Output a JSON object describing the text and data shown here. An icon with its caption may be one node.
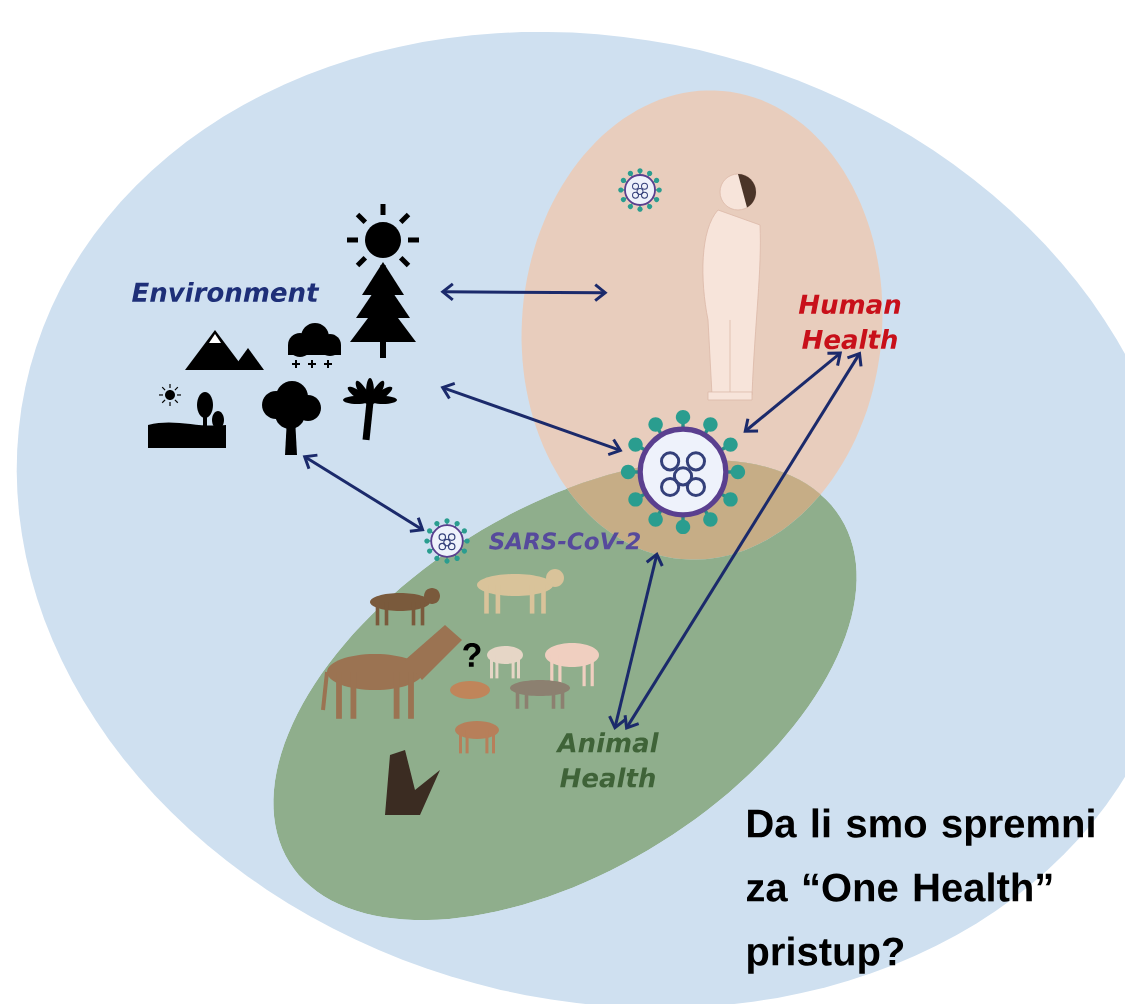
{
  "diagram": {
    "nodes": [
      {
        "text": [],
        "shape": "circle"
      },
      {
        "text": [
          "Environment"
        ],
        "in": 0
      },
      {
        "text": [],
        "shape": "picture",
        "in": 0
      },
      {
        "text": [],
        "shape": "circle",
        "in": 0
      },
      {
        "text": [],
        "shape": "picture",
        "in": 3
      },
      {
        "text": [
          "Human Health"
        ],
        "in": 3
      },
      {
        "text": [],
        "shape": "circle",
        "in": 0
      },
      {
        "text": [],
        "shape": "picture",
        "in": 3
      },
      {
        "text": [],
        "shape": "picture",
        "in": 6
      },
      {
        "text": [
          "SARS-CoV-2"
        ],
        "in": 6
      },
      {
        "text": [],
        "shape": "picture",
        "in": 6
      },
      {
        "text": [
          "Animal Health"
        ],
        "in": 6
      }
    ],
    "edges": [
      {
        "from": 2,
        "to": 4,
        "arrow": "both"
      },
      {
        "from": 2,
        "to": 7,
        "arrow": "both"
      },
      {
        "from": 2,
        "to": 8,
        "arrow": "both"
      },
      {
        "from": 5,
        "to": 7,
        "arrow": "both"
      },
      {
        "from": 5,
        "to": 11,
        "arrow": "both"
      },
      {
        "from": 9,
        "to": 11,
        "arrow": "both"
      }
    ],
    "labels": [
      "?",
      "Da li smo spremni za “One Health” pristup?"
    ]
  }
}
